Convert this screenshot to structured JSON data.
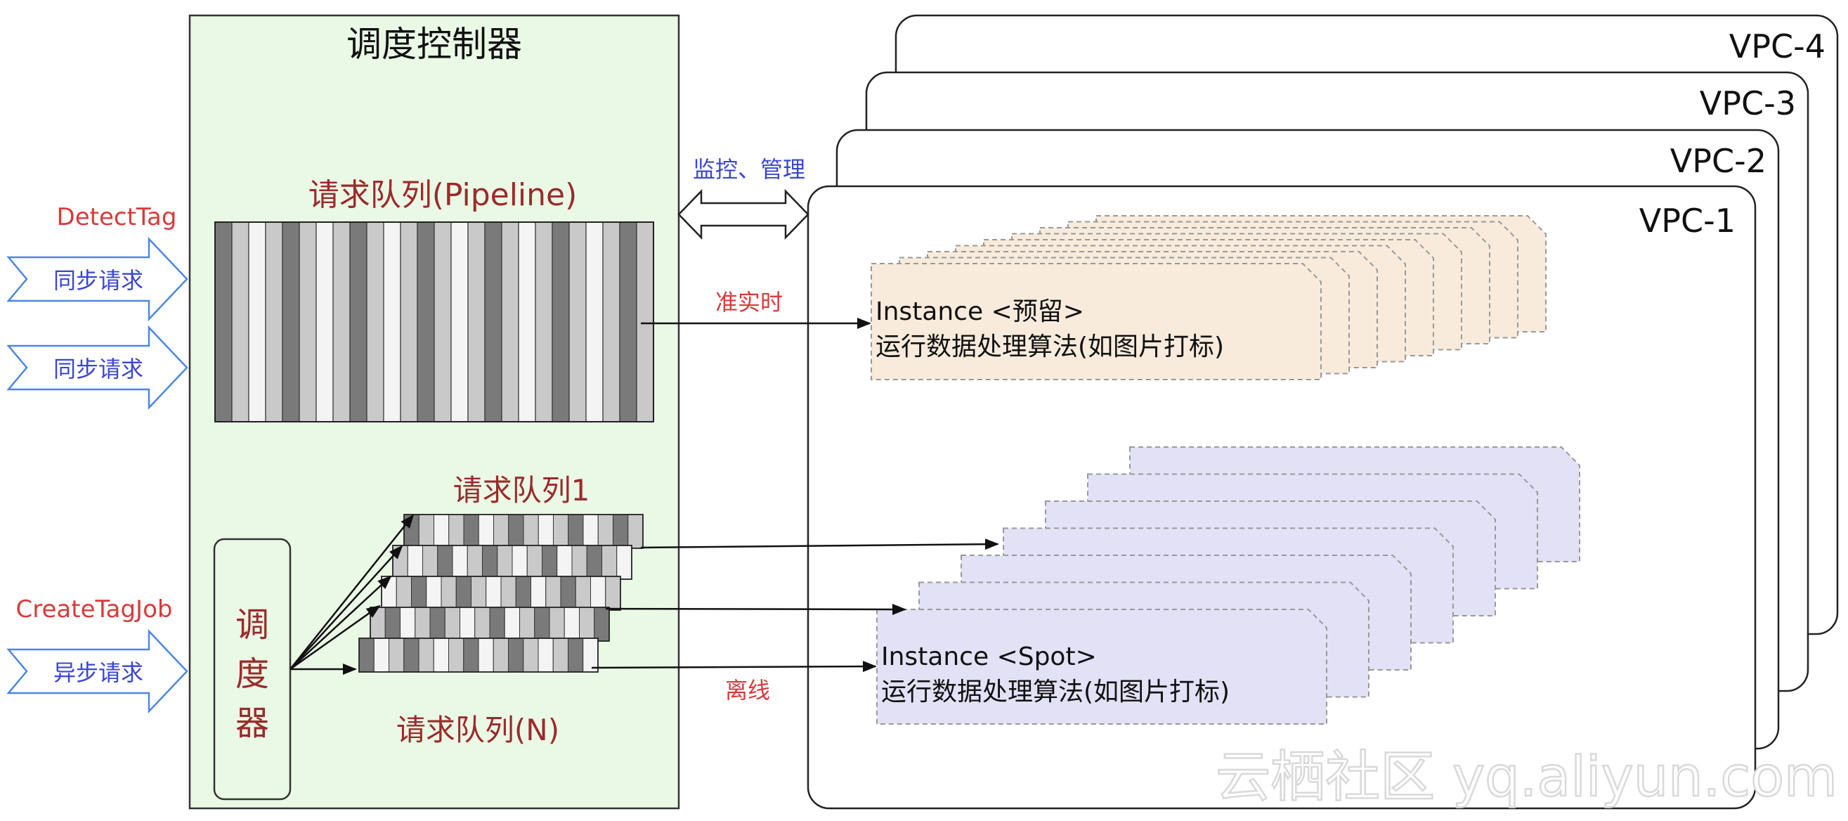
{
  "controller": {
    "title": "调度控制器"
  },
  "pipeline": {
    "title": "请求队列(Pipeline)"
  },
  "queues": {
    "first_label": "请求队列1",
    "last_label": "请求队列(N)"
  },
  "scheduler": {
    "label_1": "调",
    "label_2": "度",
    "label_3": "器"
  },
  "requests": {
    "detect_tag": "DetectTag",
    "sync_request_1": "同步请求",
    "sync_request_2": "同步请求",
    "create_tag_job": "CreateTagJob",
    "async_request": "异步请求"
  },
  "connections": {
    "monitor_manage": "监控、管理",
    "realtime": "准实时",
    "offline": "离线"
  },
  "vpcs": [
    "VPC-4",
    "VPC-3",
    "VPC-2",
    "VPC-1"
  ],
  "instances": {
    "reserved": {
      "title": "Instance <预留>",
      "desc": "运行数据处理算法(如图片打标)"
    },
    "spot": {
      "title": "Instance <Spot>",
      "desc": "运行数据处理算法(如图片打标)"
    }
  },
  "watermark": "云栖社区 yq.aliyun.com",
  "colors": {
    "controller_bg": "#eaf9e6",
    "red_text": "#d93a3a",
    "blue_text": "#3a45d8",
    "arrow_blue": "#4a86e8",
    "reserved_fill": "#f8ebdc",
    "spot_fill": "#e3e1f6",
    "bar_dark": "#7a7a7a",
    "bar_light": "#c9c9c9",
    "bar_white": "#f4f4f4"
  }
}
